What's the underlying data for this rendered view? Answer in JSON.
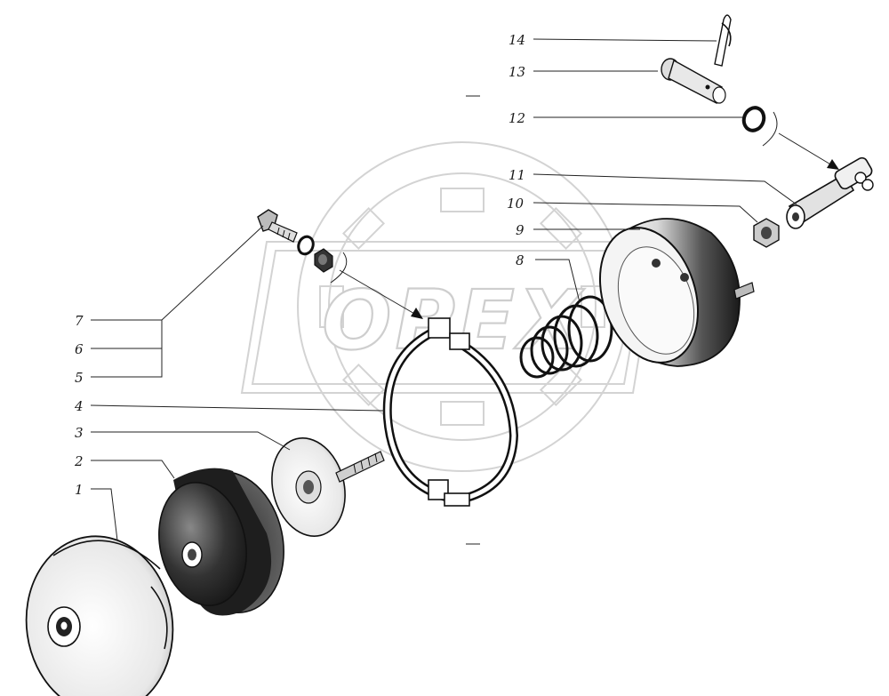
{
  "watermark": {
    "text": "OPEX"
  },
  "callouts": [
    {
      "id": "1",
      "label": "1"
    },
    {
      "id": "2",
      "label": "2"
    },
    {
      "id": "3",
      "label": "3"
    },
    {
      "id": "4",
      "label": "4"
    },
    {
      "id": "5",
      "label": "5"
    },
    {
      "id": "6",
      "label": "6"
    },
    {
      "id": "7",
      "label": "7"
    },
    {
      "id": "8",
      "label": "8"
    },
    {
      "id": "9",
      "label": "9"
    },
    {
      "id": "10",
      "label": "10"
    },
    {
      "id": "11",
      "label": "11"
    },
    {
      "id": "12",
      "label": "12"
    },
    {
      "id": "13",
      "label": "13"
    },
    {
      "id": "14",
      "label": "14"
    }
  ],
  "colors": {
    "ink": "#111111",
    "paper": "#ffffff",
    "watermark": "#c9c9c9"
  }
}
